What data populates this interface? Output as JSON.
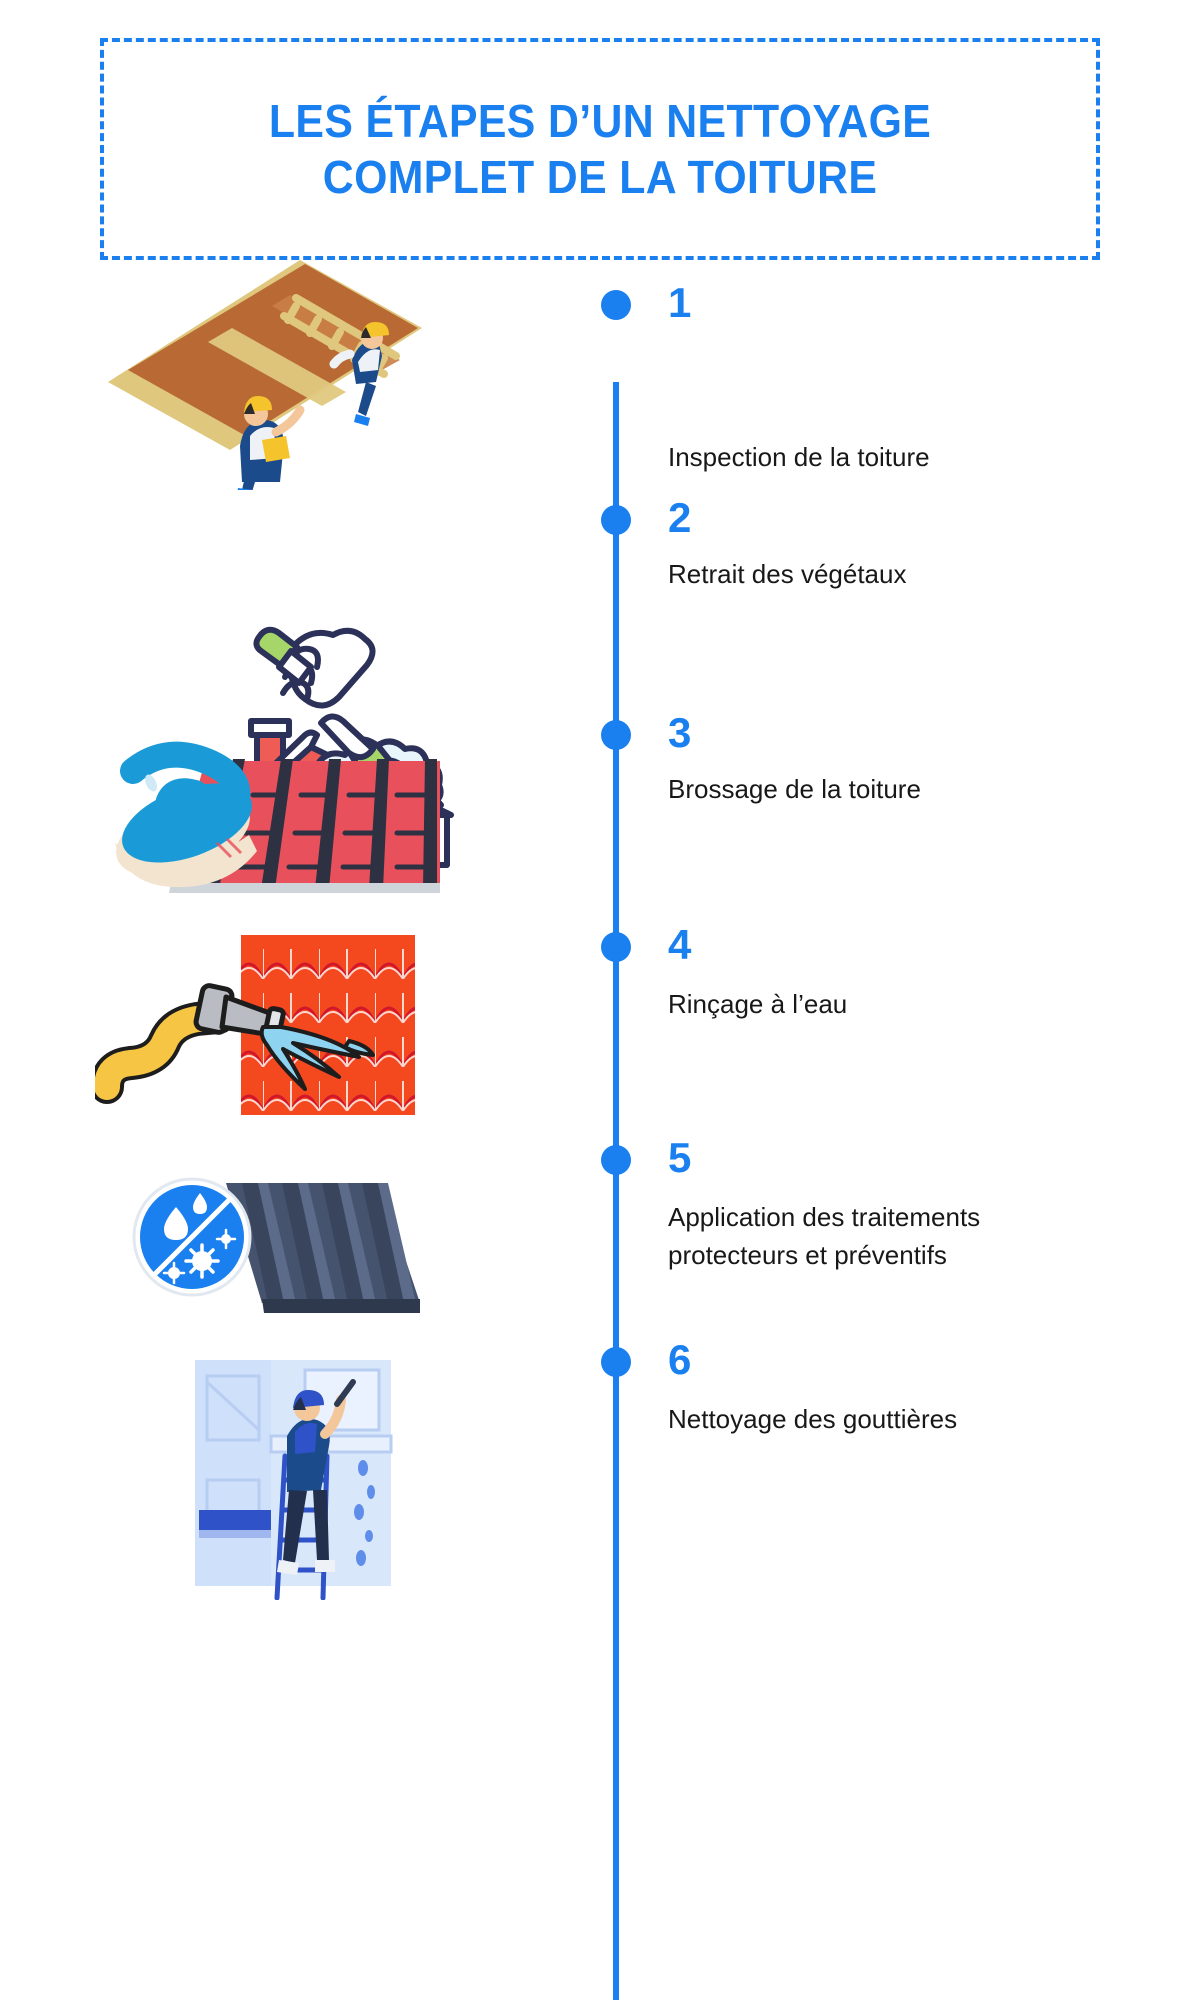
{
  "title": {
    "line1": "LES ÉTAPES D’UN NETTOYAGE",
    "line2": "COMPLET DE LA TOITURE",
    "full": "LES ÉTAPES D’UN NETTOYAGE\nCOMPLET DE LA TOITURE"
  },
  "colors": {
    "accent_blue": "#1a7fef",
    "text_dark": "#181818",
    "background": "#ffffff",
    "roof_brown": "#b96a34",
    "roof_tan": "#dfc87e",
    "helmet_yellow": "#f5c32c",
    "overall_blue": "#1c4b8c",
    "house_red": "#ef5b55",
    "outline_navy": "#2b3158",
    "brush_blue": "#1a9bd7",
    "bristle_cream": "#f3e4d0",
    "tile_red": "#e8505b",
    "hose_yellow": "#f6c544",
    "nozzle_grey": "#b9bcc2",
    "water_blue": "#8ed3f0",
    "tile_orange": "#f4481e",
    "metal_dark": "#3d4a63",
    "outline_black": "#1d1d1d"
  },
  "steps": [
    {
      "number": "1",
      "label": "Inspection de la toiture",
      "illustration": "roof-inspection-workers-illustration"
    },
    {
      "number": "2",
      "label": "Retrait des végétaux",
      "illustration": "house-brush-foam-illustration"
    },
    {
      "number": "3",
      "label": "Brossage de la toiture",
      "illustration": "scrub-brush-red-tiles-illustration"
    },
    {
      "number": "4",
      "label": "Rinçage à l’eau",
      "illustration": "hose-spraying-tiles-illustration"
    },
    {
      "number": "5",
      "label": "Application des traitements protecteurs et préventifs",
      "illustration": "protective-treatment-metal-roof-illustration"
    },
    {
      "number": "6",
      "label": "Nettoyage des gouttières",
      "illustration": "gutter-cleaning-worker-illustration"
    }
  ]
}
